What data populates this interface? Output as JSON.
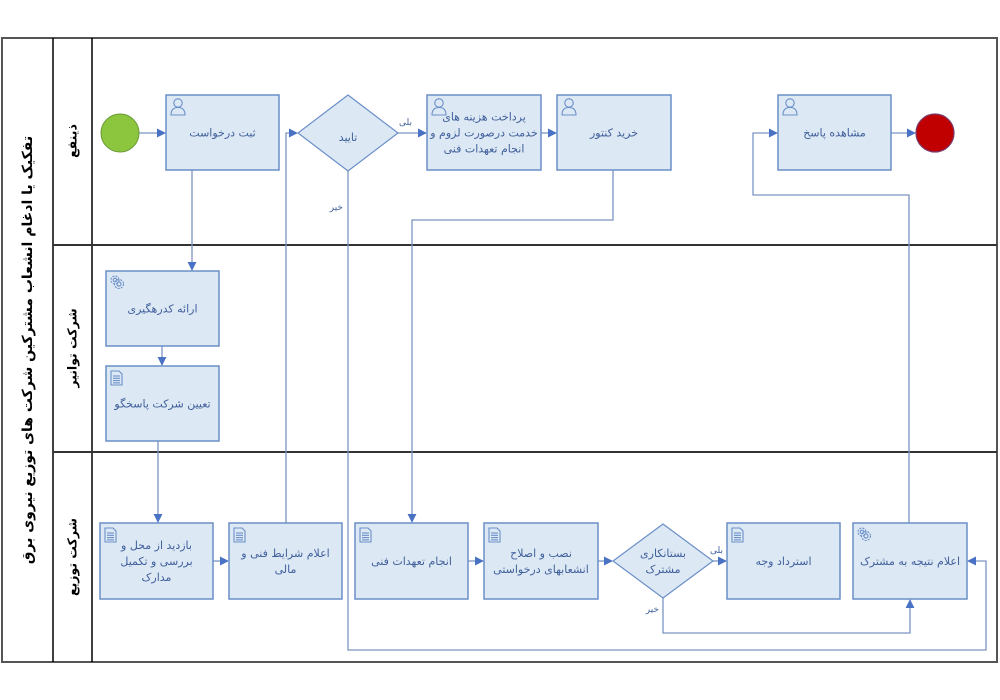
{
  "pool": {
    "title": "تفکیک یا ادغام انشعاب مشترکین شرکت های توزیع نیروی برق",
    "lanes": [
      {
        "id": "lane-applicant",
        "label": "ذینفع"
      },
      {
        "id": "lane-tavanir",
        "label": "شرکت توانیر"
      },
      {
        "id": "lane-distribution",
        "label": "شرکت توزیع"
      }
    ]
  },
  "colors": {
    "task_fill": "#dde8f5",
    "task_stroke": "#6a8fc7",
    "flow_line": "#7b94c2",
    "arrow": "#4a72c4",
    "start_event": "#8cc63f",
    "end_event": "#c00000",
    "text": "#3f5f9a"
  },
  "events": {
    "start": {
      "name": "start-event"
    },
    "end": {
      "name": "end-event"
    }
  },
  "tasks": {
    "register_request": {
      "type": "user",
      "lines": [
        "ثبت درخواست"
      ]
    },
    "pay_fees": {
      "type": "user",
      "lines": [
        "پرداخت هزینه های",
        "خدمت درصورت لزوم و",
        "انجام تعهدات فنی"
      ]
    },
    "buy_meter": {
      "type": "user",
      "lines": [
        "خرید کنتور"
      ]
    },
    "view_response": {
      "type": "user",
      "lines": [
        "مشاهده پاسخ"
      ]
    },
    "provide_tracking_code": {
      "type": "service",
      "lines": [
        "ارائه کدرهگیری"
      ]
    },
    "assign_company": {
      "type": "manual",
      "lines": [
        "تعیین شرکت پاسخگو"
      ]
    },
    "site_visit": {
      "type": "manual",
      "lines": [
        "بازدید از محل و",
        "بررسی و تکمیل",
        "مدارک"
      ]
    },
    "announce_conditions": {
      "type": "manual",
      "lines": [
        "اعلام شرایط فنی و",
        "مالی"
      ]
    },
    "do_technical": {
      "type": "manual",
      "lines": [
        "انجام تعهدات فنی"
      ]
    },
    "install_fix": {
      "type": "manual",
      "lines": [
        "نصب و اصلاح",
        "انشعابهای درخواستی"
      ]
    },
    "refund": {
      "type": "manual",
      "lines": [
        "استرداد وجه"
      ]
    },
    "announce_result": {
      "type": "service",
      "lines": [
        "اعلام نتیجه به مشترک"
      ]
    }
  },
  "gateways": {
    "approval": {
      "lines": [
        "تایید"
      ],
      "yes_label": "بلی",
      "no_label": "خیر"
    },
    "creditor": {
      "lines": [
        "بستانکاری",
        "مشترک"
      ],
      "yes_label": "بلی",
      "no_label": "خیر"
    }
  }
}
